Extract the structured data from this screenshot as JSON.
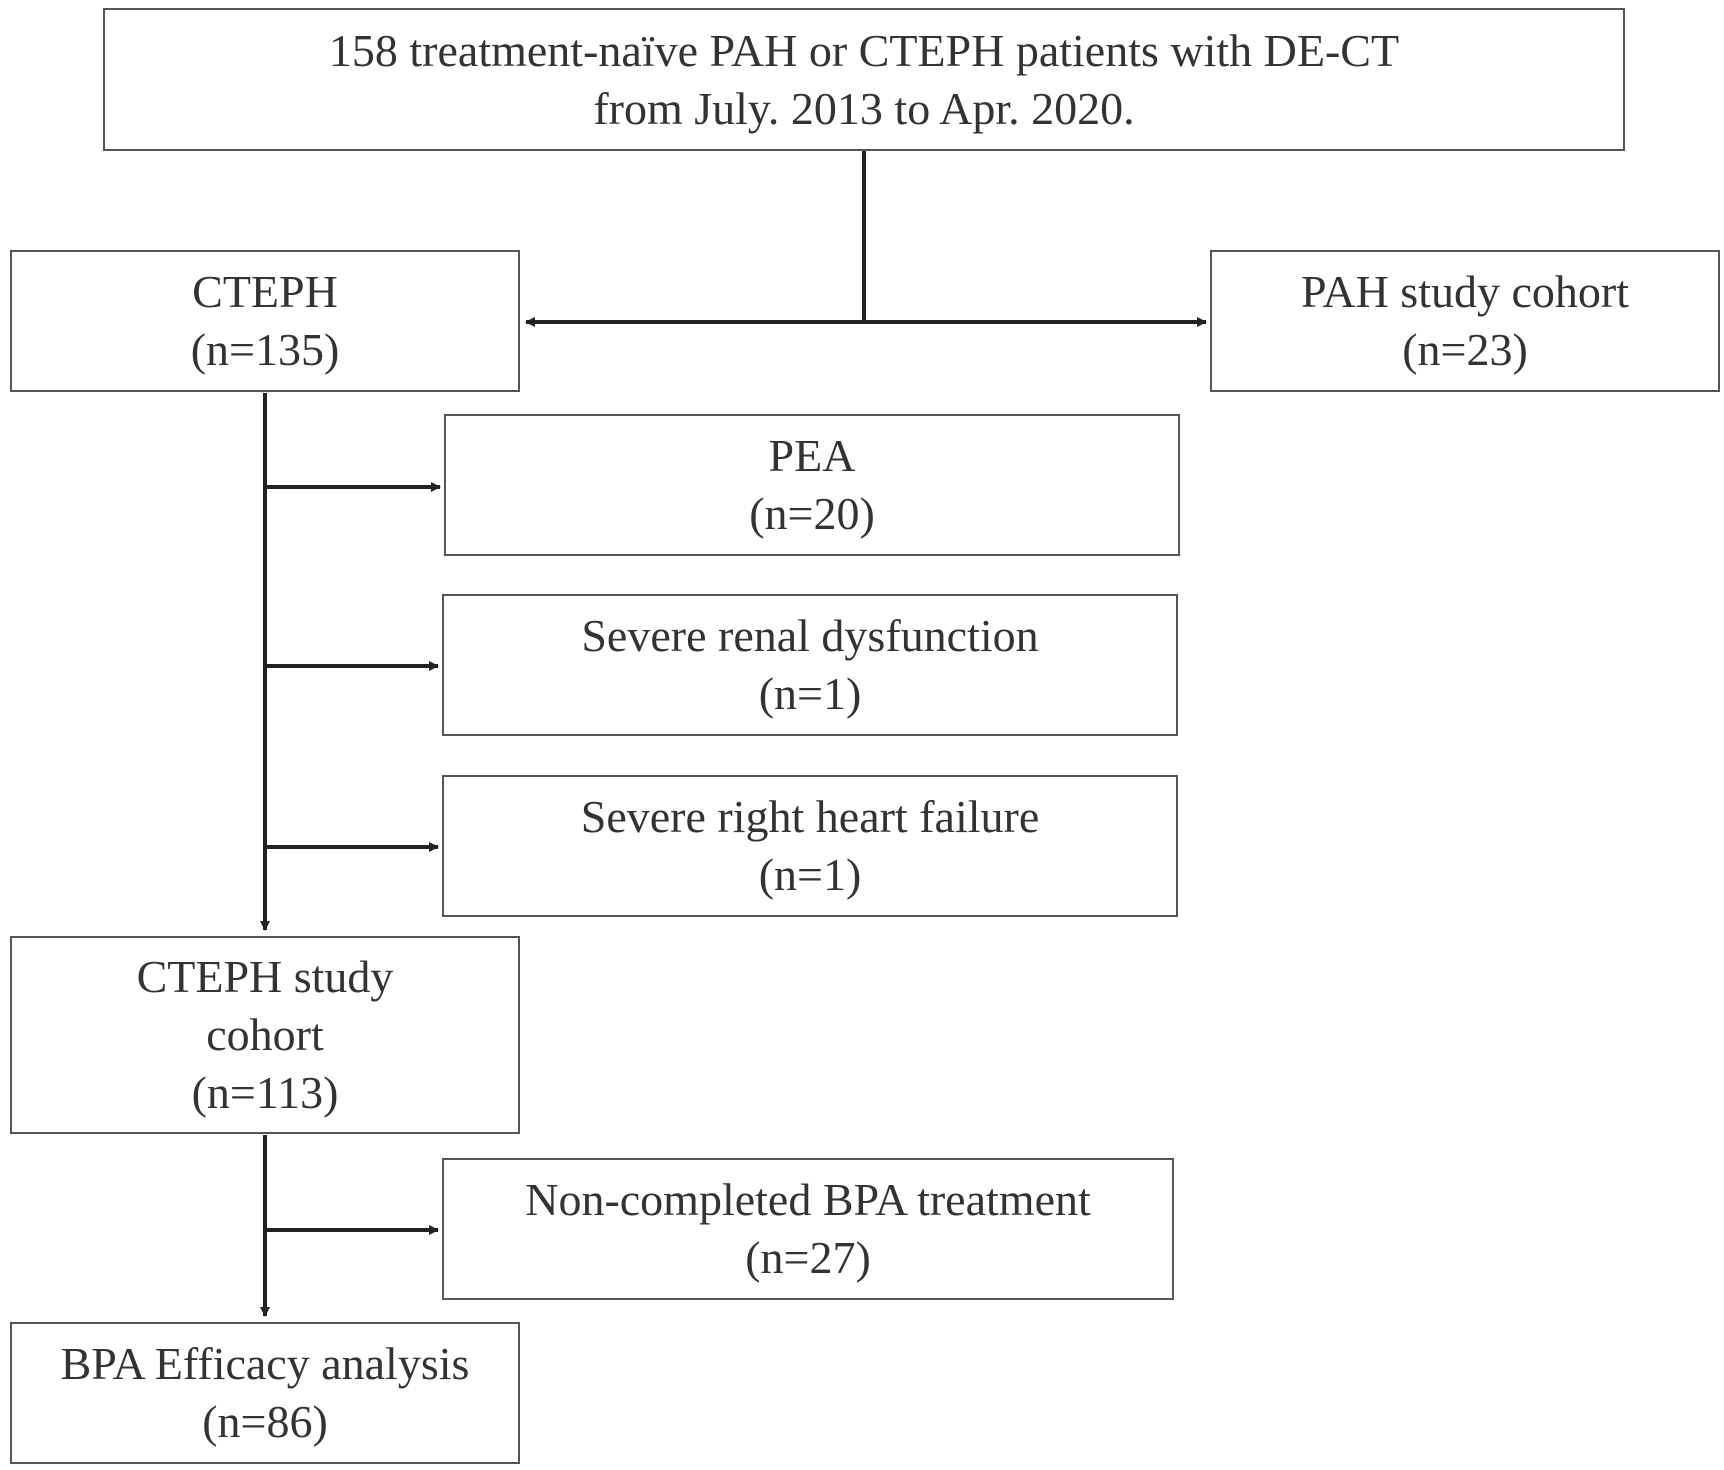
{
  "boxes": {
    "source": {
      "line1": "158 treatment-naïve PAH or CTEPH patients with DE-CT",
      "line2": "from July. 2013 to Apr. 2020."
    },
    "cteph": {
      "line1": "CTEPH",
      "line2": "(n=135)"
    },
    "pah_cohort": {
      "line1": "PAH study cohort",
      "line2": "(n=23)"
    },
    "pea": {
      "line1": "PEA",
      "line2": "(n=20)"
    },
    "renal": {
      "line1": "Severe renal dysfunction",
      "line2": "(n=1)"
    },
    "heart": {
      "line1": "Severe right heart failure",
      "line2": "(n=1)"
    },
    "cteph_cohort": {
      "line1": "CTEPH study",
      "line2": "cohort",
      "line3": "(n=113)"
    },
    "noncompleted": {
      "line1": "Non-completed BPA treatment",
      "line2": "(n=27)"
    },
    "efficacy": {
      "line1": "BPA Efficacy analysis",
      "line2": "(n=86)"
    }
  }
}
